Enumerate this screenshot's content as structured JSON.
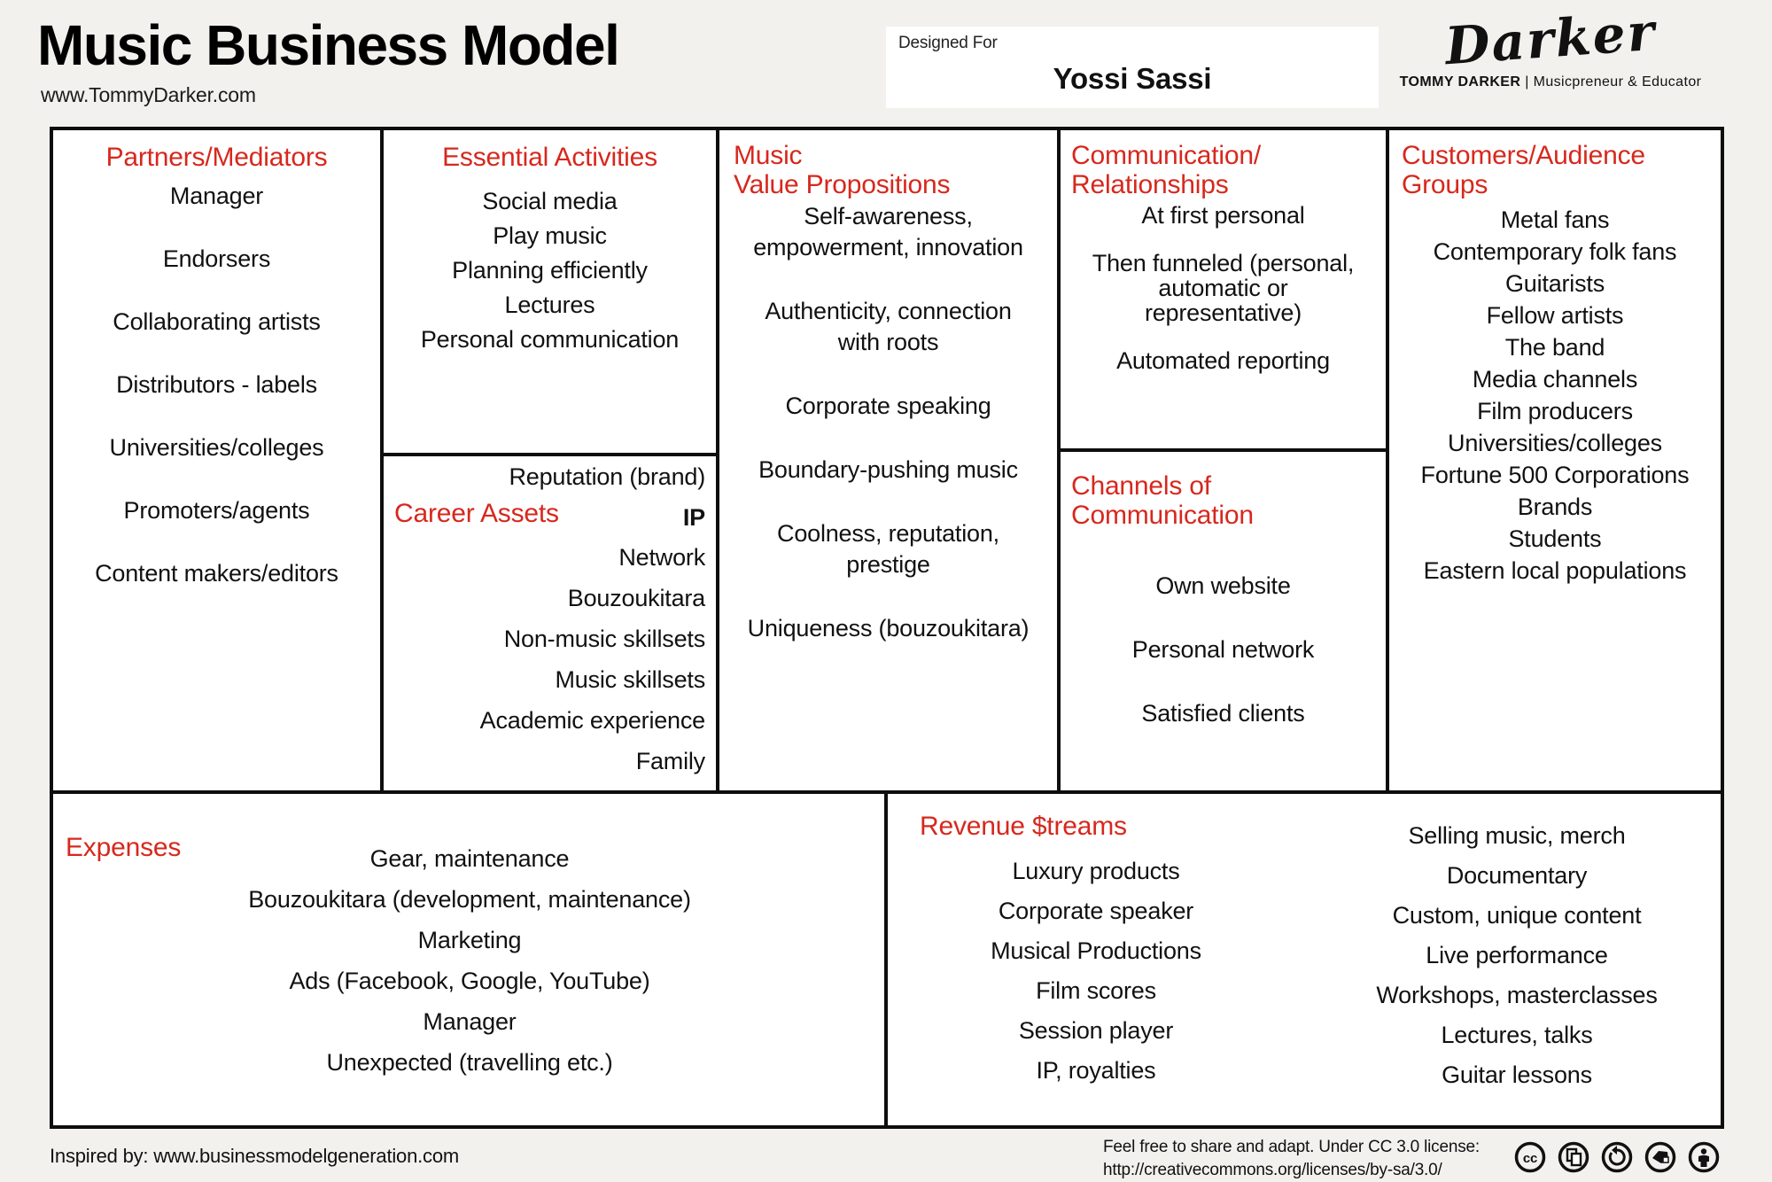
{
  "header": {
    "title": "Music Business Model",
    "website": "www.TommyDarker.com",
    "designed_for": {
      "label": "Designed For",
      "value": "Yossi Sassi"
    },
    "brand": {
      "script": "Darker",
      "name": "TOMMY DARKER",
      "sep": "|",
      "tagline": "Musicpreneur & Educator"
    }
  },
  "colors": {
    "accent_red": "#d7281d",
    "border": "#0e0e0e",
    "page_bg": "#f2f1ee",
    "box_bg": "#ffffff"
  },
  "sections": {
    "partners": {
      "title": "Partners/Mediators",
      "items": [
        "Manager",
        "Endorsers",
        "Collaborating artists",
        "Distributors - labels",
        "Universities/colleges",
        "Promoters/agents",
        "Content makers/editors"
      ]
    },
    "essential": {
      "title": "Essential Activities",
      "items": [
        "Social media",
        "Play music",
        "Planning efficiently",
        "Lectures",
        "Personal communication"
      ]
    },
    "career": {
      "title": "Career Assets",
      "first_item": "Reputation (brand)",
      "items": [
        "IP",
        "Network",
        "Bouzoukitara",
        "Non-music skillsets",
        "Music skillsets",
        "Academic experience",
        "Family"
      ]
    },
    "value_props": {
      "title1": "Music",
      "title2": "Value Propositions",
      "groups": [
        [
          "Self-awareness,",
          "empowerment, innovation"
        ],
        [
          "Authenticity, connection",
          "with roots"
        ],
        [
          "Corporate speaking"
        ],
        [
          "Boundary-pushing music"
        ],
        [
          "Coolness, reputation,",
          "prestige"
        ],
        [
          "Uniqueness (bouzoukitara)"
        ]
      ]
    },
    "communication": {
      "title1": "Communication/",
      "title2": "Relationships",
      "groups": [
        [
          "At first personal"
        ],
        [
          "Then funneled (personal,",
          "automatic or",
          "representative)"
        ],
        [
          "Automated reporting"
        ]
      ]
    },
    "channels": {
      "title1": "Channels of",
      "title2": "Communication",
      "items": [
        "Own website",
        "Personal network",
        "Satisfied clients"
      ]
    },
    "customers": {
      "title1": "Customers/Audience",
      "title2": "Groups",
      "items": [
        "Metal fans",
        "Contemporary folk fans",
        "Guitarists",
        "Fellow artists",
        "The band",
        "Media channels",
        "Film producers",
        "Universities/colleges",
        "Fortune 500 Corporations",
        "Brands",
        "Students",
        "Eastern local populations"
      ]
    },
    "expenses": {
      "title": "Expenses",
      "items": [
        "Gear, maintenance",
        "Bouzoukitara (development, maintenance)",
        "Marketing",
        "Ads (Facebook, Google, YouTube)",
        "Manager",
        "Unexpected (travelling etc.)"
      ]
    },
    "revenue": {
      "title": "Revenue $treams",
      "left_items": [
        "Luxury products",
        "Corporate speaker",
        "Musical Productions",
        "Film scores",
        "Session player",
        "IP, royalties"
      ],
      "right_items": [
        "Selling music, merch",
        "Documentary",
        "Custom, unique content",
        "Live performance",
        "Workshops, masterclasses",
        "Lectures, talks",
        "Guitar lessons"
      ]
    }
  },
  "footer": {
    "inspired": "Inspired by: www.businessmodelgeneration.com",
    "license1": "Feel free to share and adapt. Under CC 3.0 license:",
    "license2": "http://creativecommons.org/licenses/by-sa/3.0/",
    "icons": [
      "cc",
      "copy",
      "share-alike",
      "remix",
      "attribution"
    ]
  }
}
